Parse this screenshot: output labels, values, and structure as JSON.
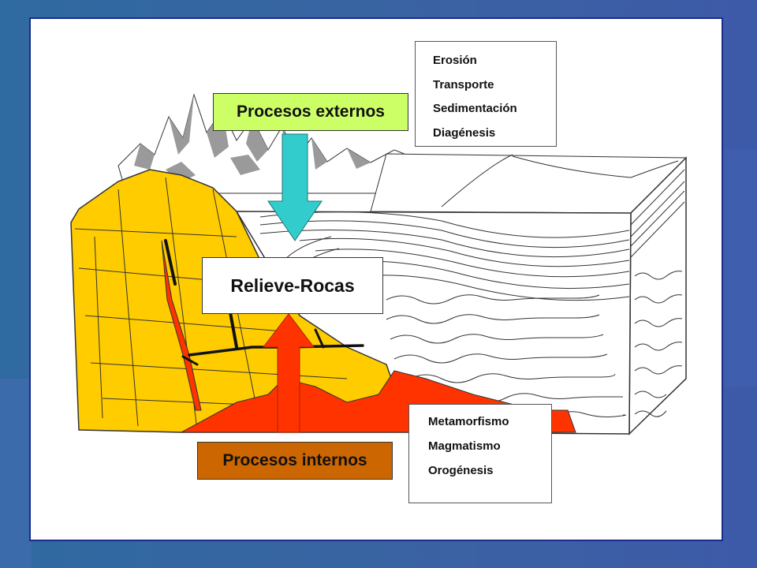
{
  "boxes": {
    "procesos_externos": "Procesos externos",
    "procesos_internos": "Procesos internos",
    "relieve_rocas": "Relieve-Rocas"
  },
  "external_processes": [
    "Erosión",
    "Transporte",
    "Sedimentación",
    "Diagénesis"
  ],
  "internal_processes": [
    "Metamorfismo",
    "Magmatismo",
    "Orogénesis"
  ],
  "colors": {
    "externos_box": "#ccff66",
    "internos_box": "#cc6600",
    "down_arrow": "#33cccc",
    "up_arrow": "#ff3300",
    "granite": "#ffcc00",
    "magma": "#ff3300",
    "mountains": "#999999"
  }
}
